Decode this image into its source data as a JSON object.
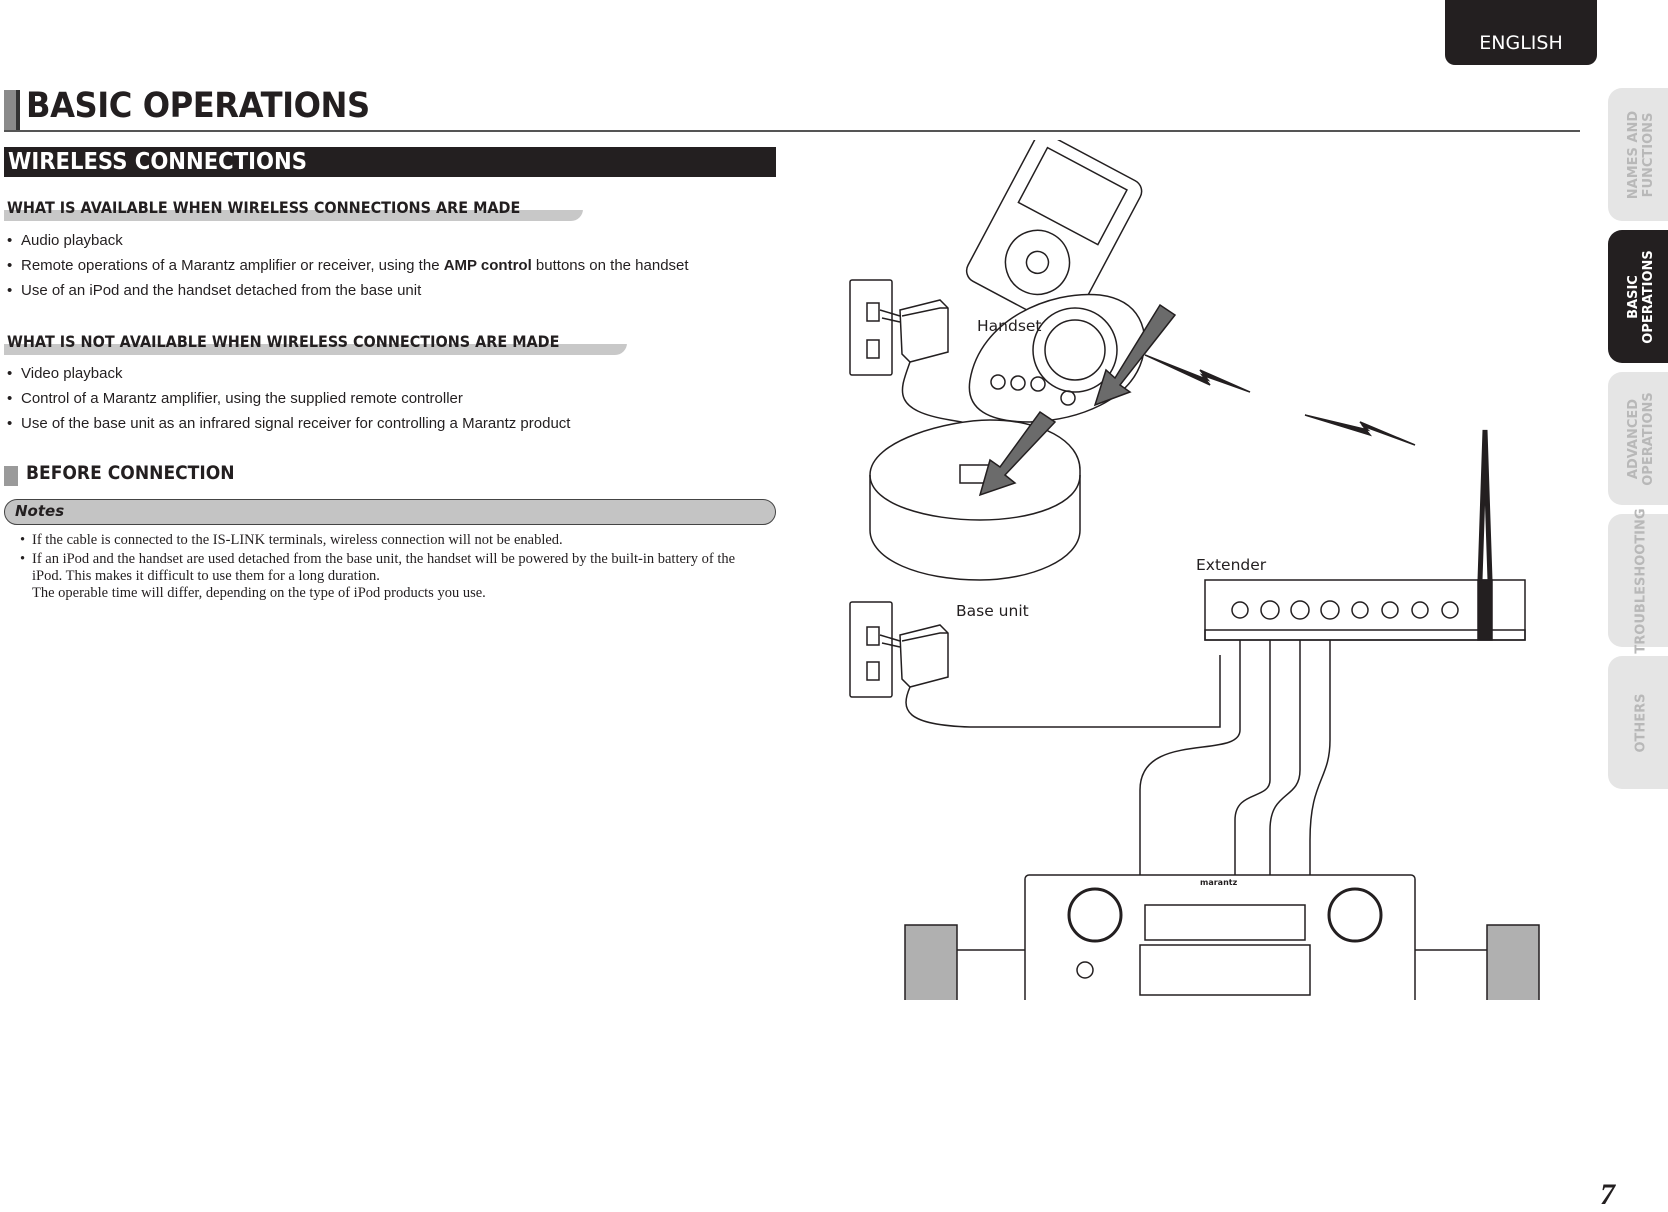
{
  "language_tab": "ENGLISH",
  "page_title": "BASIC OPERATIONS",
  "section_title": "WIRELESS CONNECTIONS",
  "available": {
    "heading": "WHAT IS AVAILABLE WHEN WIRELESS CONNECTIONS ARE MADE",
    "items": [
      {
        "text": "Audio playback"
      },
      {
        "pre": "Remote operations of a Marantz amplifier or receiver, using the ",
        "bold": "AMP control",
        "post": " buttons on the handset"
      },
      {
        "text": "Use of an iPod and the handset detached from the base unit"
      }
    ]
  },
  "not_available": {
    "heading": "WHAT IS NOT AVAILABLE WHEN WIRELESS CONNECTIONS ARE MADE",
    "items": [
      "Video playback",
      "Control of a Marantz amplifier, using the supplied remote controller",
      "Use of the base unit as an infrared signal receiver for controlling a Marantz product"
    ]
  },
  "before_connection": {
    "heading": "BEFORE CONNECTION",
    "notes_label": "Notes",
    "notes": [
      "If the cable is connected to the IS-LINK terminals, wireless connection will not be enabled.",
      "If an iPod and the handset are used detached from the base unit, the handset will be powered by the built-in battery of the iPod. This makes it difficult to use them for a long duration.",
      "The operable time will differ, depending on the type of iPod products you use."
    ]
  },
  "diagram": {
    "handset_label": "Handset",
    "base_unit_label": "Base unit",
    "extender_label": "Extender",
    "brand": "marantz"
  },
  "side_tabs": [
    {
      "label": "NAMES AND\nFUNCTIONS",
      "active": false
    },
    {
      "label": "BASIC\nOPERATIONS",
      "active": true
    },
    {
      "label": "ADVANCED\nOPERATIONS",
      "active": false
    },
    {
      "label": "TROUBLESHOOTING",
      "active": false
    },
    {
      "label": "OTHERS",
      "active": false
    }
  ],
  "page_number": "7"
}
